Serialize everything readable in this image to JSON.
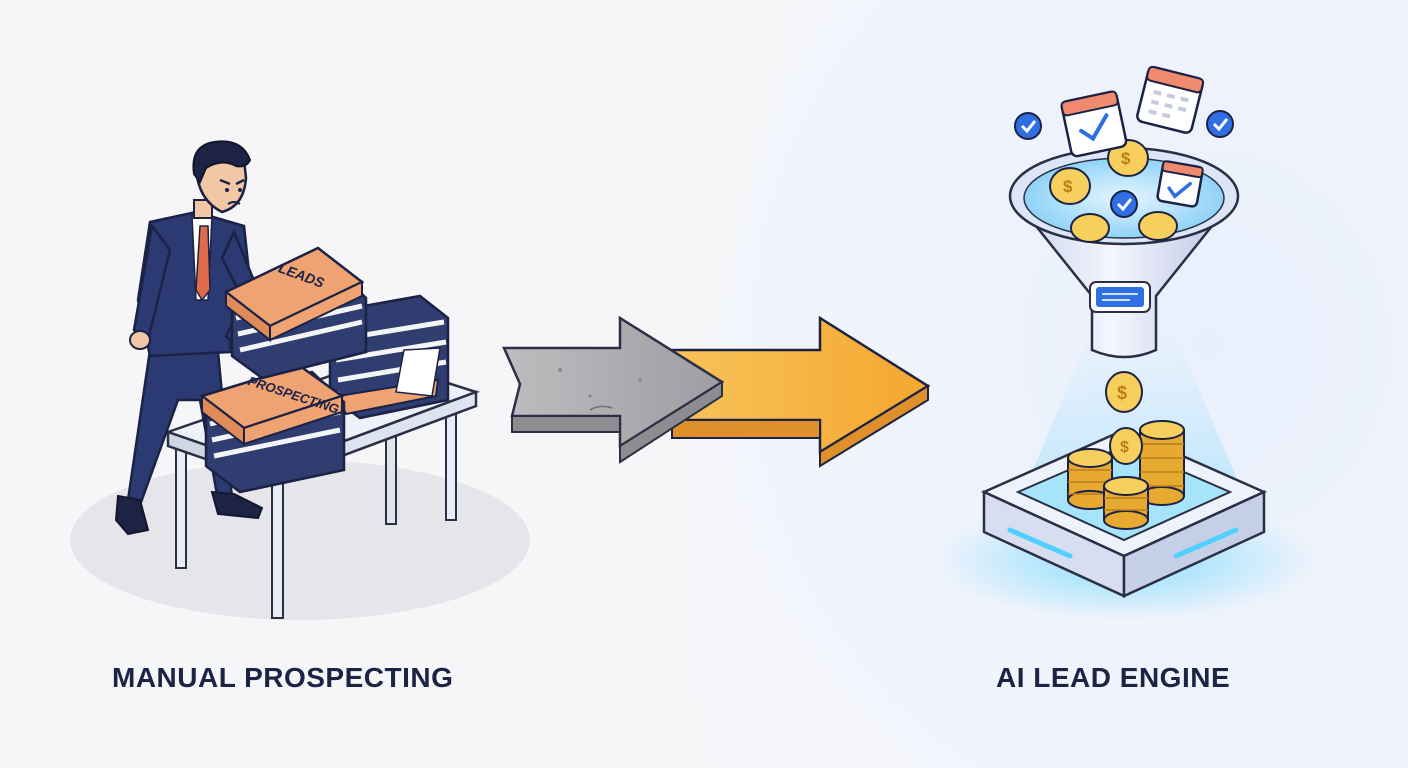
{
  "labels": {
    "left_caption": "MANUAL PROSPECTING",
    "right_caption": "AI LEAD ENGINE",
    "binder_top": "LEADS",
    "binder_bottom": "PROSPECTING"
  },
  "colors": {
    "caption": "#1c2445",
    "background_left": "#f6f6f8",
    "background_right": "#eef3fb",
    "suit": "#2b3a73",
    "binder_orange": "#f0a372",
    "binder_navy": "#2f3d70",
    "arrow_gray": "#a9a9ac",
    "arrow_gold": "#f6b23e",
    "coin_gold": "#f3c24a",
    "glow_blue": "#5ad0ff",
    "check_blue": "#2f6fe4"
  },
  "icons": {
    "person": "frustrated-businessman",
    "desk": "office-desk",
    "binders": "binder-stack",
    "arrow": "transition-arrow",
    "funnel": "lead-funnel",
    "calendar": "calendar-icon",
    "check": "check-bubble-icon",
    "coin": "dollar-coin-icon",
    "platform": "glowing-platform"
  }
}
